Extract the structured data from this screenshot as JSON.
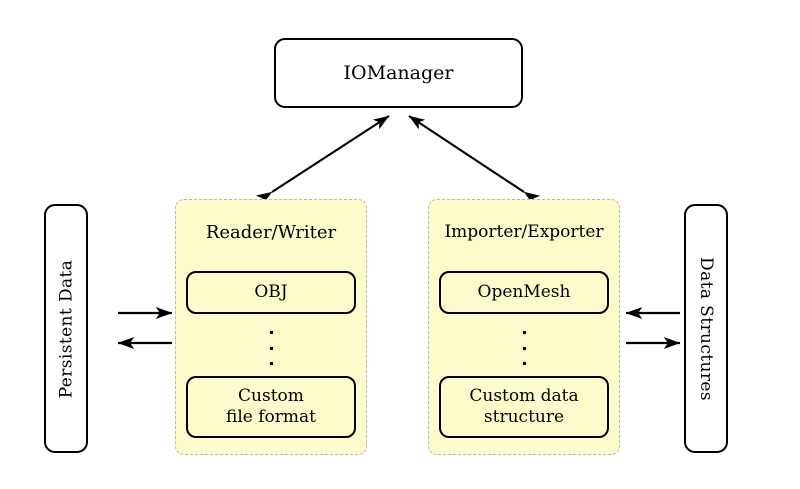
{
  "diagram": {
    "manager": {
      "label": "IOManager"
    },
    "left_side": {
      "label": "Persistent Data"
    },
    "right_side": {
      "label": "Data Structures"
    },
    "groups": [
      {
        "title": "Reader/Writer",
        "items": [
          {
            "label": "OBJ"
          },
          {
            "label": "Custom\nfile format",
            "line1": "Custom",
            "line2": "file format"
          }
        ],
        "ellipsis": "⋮"
      },
      {
        "title": "Importer/Exporter",
        "items": [
          {
            "label": "OpenMesh"
          },
          {
            "label": "Custom data\nstructure",
            "line1": "Custom data",
            "line2": "structure"
          }
        ],
        "ellipsis": "⋮"
      }
    ],
    "connections": [
      {
        "name": "manager-to-reader-writer",
        "style": "double-headed"
      },
      {
        "name": "manager-to-importer-exporter",
        "style": "double-headed"
      },
      {
        "name": "persistent-data-to-reader-writer",
        "style": "single-right"
      },
      {
        "name": "reader-writer-to-persistent-data",
        "style": "single-left"
      },
      {
        "name": "data-structures-to-importer-exporter",
        "style": "single-left"
      },
      {
        "name": "importer-exporter-to-data-structures",
        "style": "single-right"
      }
    ],
    "colors": {
      "group_fill": "#fcfbcc",
      "group_border": "#b9b9a8",
      "node_border": "#000000",
      "background": "#ffffff"
    }
  }
}
